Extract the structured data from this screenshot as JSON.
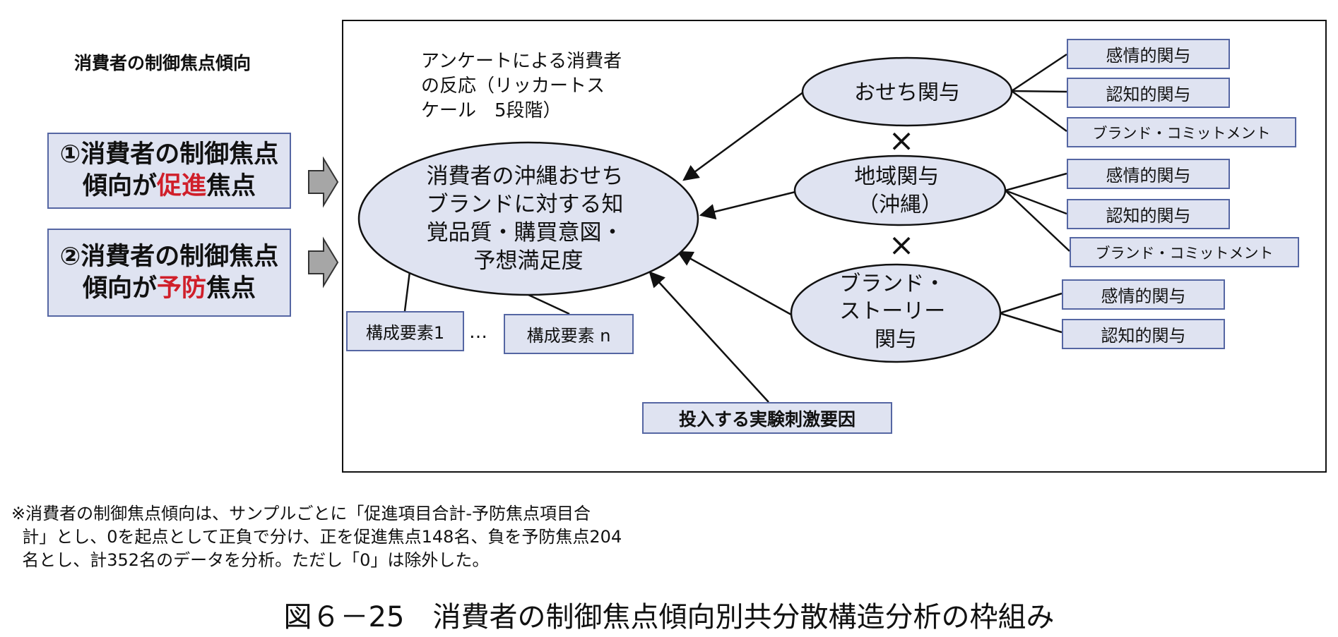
{
  "left": {
    "heading": "消費者の制御焦点傾向",
    "box1": {
      "pre": "①消費者の制御焦点傾向が",
      "accent": "促進",
      "post": "焦点"
    },
    "box2": {
      "pre": "②消費者の制御焦点傾向が",
      "accent": "予防",
      "post": "焦点"
    }
  },
  "survey_note": "アンケートによる消費者\nの反応（リッカートス\nケール　5段階）",
  "main_ellipse": {
    "lines": [
      "消費者の沖縄おせち",
      "ブランドに対する知",
      "覚品質・購買意図・",
      "予想満足度"
    ]
  },
  "components": {
    "first": "構成要素1",
    "ellipsis": "…",
    "last": "構成要素 n"
  },
  "factors": [
    {
      "lines": [
        "おせち関与"
      ],
      "items": [
        "感情的関与",
        "認知的関与",
        "ブランド・コミットメント"
      ]
    },
    {
      "lines": [
        "地域関与",
        "（沖縄）"
      ],
      "items": [
        "感情的関与",
        "認知的関与",
        "ブランド・コミットメント"
      ]
    },
    {
      "lines": [
        "ブランド・",
        "ストーリー",
        "関与"
      ],
      "items": [
        "感情的関与",
        "認知的関与"
      ]
    }
  ],
  "interaction_mark": "×",
  "stimulus": "投入する実験刺激要因",
  "note": "※消費者の制御焦点傾向は、サンプルごとに「促進項目合計-予防焦点項目合\n  計」とし、0を起点として正負で分け、正を促進焦点148名、負を予防焦点204\n  名とし、計352名のデータを分析。ただし「0」は除外した。",
  "caption": "図６－25　消費者の制御焦点傾向別共分散構造分析の枠組み",
  "colors": {
    "fill": "#dfe3f1",
    "border": "#5566a3",
    "accent": "#d01f2a"
  }
}
